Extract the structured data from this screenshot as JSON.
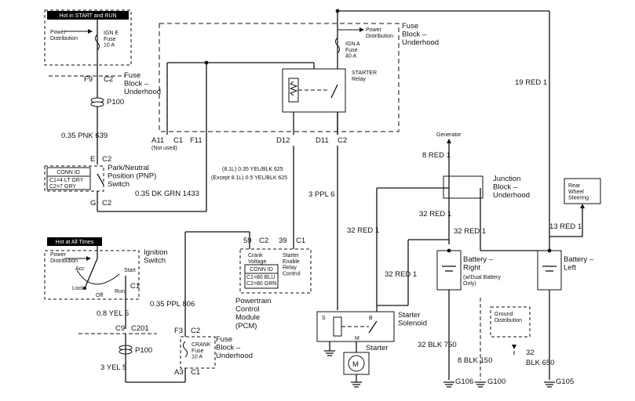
{
  "hot_start_run": "Hot in START and RUN",
  "hot_all_times": "Hot at All Times",
  "power_distribution": "Power\nDistribution",
  "ign_e_fuse": "IGN E\nFuse\n10 A",
  "ign_a_fuse": "IGN A\nFuse\n40 A",
  "crank_fuse": "CRANK\nFuse\n10 A",
  "fuse_block_underhood": "Fuse\nBlock –\nUnderhood",
  "starter_relay": "STARTER\nRelay",
  "junction_block": "Junction\nBlock –\nUnderhood",
  "rear_wheel_steering": "Rear\nWheel\nSteering",
  "generator": "Generator",
  "pnp_switch": "Park/Neutral\nPosition (PNP)\nSwitch",
  "pnp_conn_id": "CONN ID",
  "pnp_conn_lines": "C1=4 LT GRY\nC2=7 GRY",
  "ignition_switch": "Ignition\nSwitch",
  "ign_positions": {
    "acc": "Acc",
    "lock": "Lock",
    "off": "Off",
    "run": "Run",
    "start": "Start"
  },
  "pcm_title": "Powertrain\nControl\nModule\n(PCM)",
  "pcm_crank": "Crank\nVoltage",
  "pcm_starter_enable": "Starter\nEnable\nRelay\nControl",
  "pcm_conn_id": "CONN ID",
  "pcm_conn_lines": "C1=80 BLU\nC2=80 GRN",
  "starter_solenoid": "Starter\nSolenoid",
  "starter": "Starter",
  "solenoid_terms": {
    "s": "S",
    "b": "B",
    "m": "M"
  },
  "battery_right": "Battery –\nRight",
  "battery_right_note": "(w/Dual Battery\nOnly)",
  "battery_left": "Battery –\nLeft",
  "ground_distribution": "Ground\nDistribution",
  "connectors": {
    "f9": "F9",
    "c2": "C2",
    "c1": "C1",
    "e": "E",
    "g": "G",
    "p100": "P100",
    "c9": "C9",
    "c201": "C201",
    "a11": "A11",
    "not_used": "(Not used)",
    "f11": "F11",
    "d12": "D12",
    "d11": "D11",
    "f3": "F3",
    "a3": "A3",
    "pin59": "59",
    "pin39": "39"
  },
  "wires": {
    "pnk639": "0.35 PNK   639",
    "dkgrn1433": "0.35 DK GRN   1433",
    "yelblk81": "(8.1L) 0.35 YEL/BLK   625",
    "yelblkexc": "(Except 8.1L) 0.5 YEL/BLK   625",
    "ppl6": "3 PPL   6",
    "ppl806": "0.35 PPL   806",
    "yel5a": "0.8 YEL   5",
    "yel5b": "3 YEL   5",
    "red19": "19 RED   1",
    "red8": "8 RED   1",
    "red32a": "32 RED   1",
    "red32b": "32 RED   1",
    "red32c": "32 RED   1",
    "red32d": "32 RED   1",
    "red13": "13 RED   1",
    "blk750": "32 BLK   750",
    "blk150": "8 BLK   150",
    "blk650a": "32",
    "blk650b": "BLK   650"
  },
  "grounds": {
    "g106": "G106",
    "g100": "G100",
    "g105": "G105"
  }
}
